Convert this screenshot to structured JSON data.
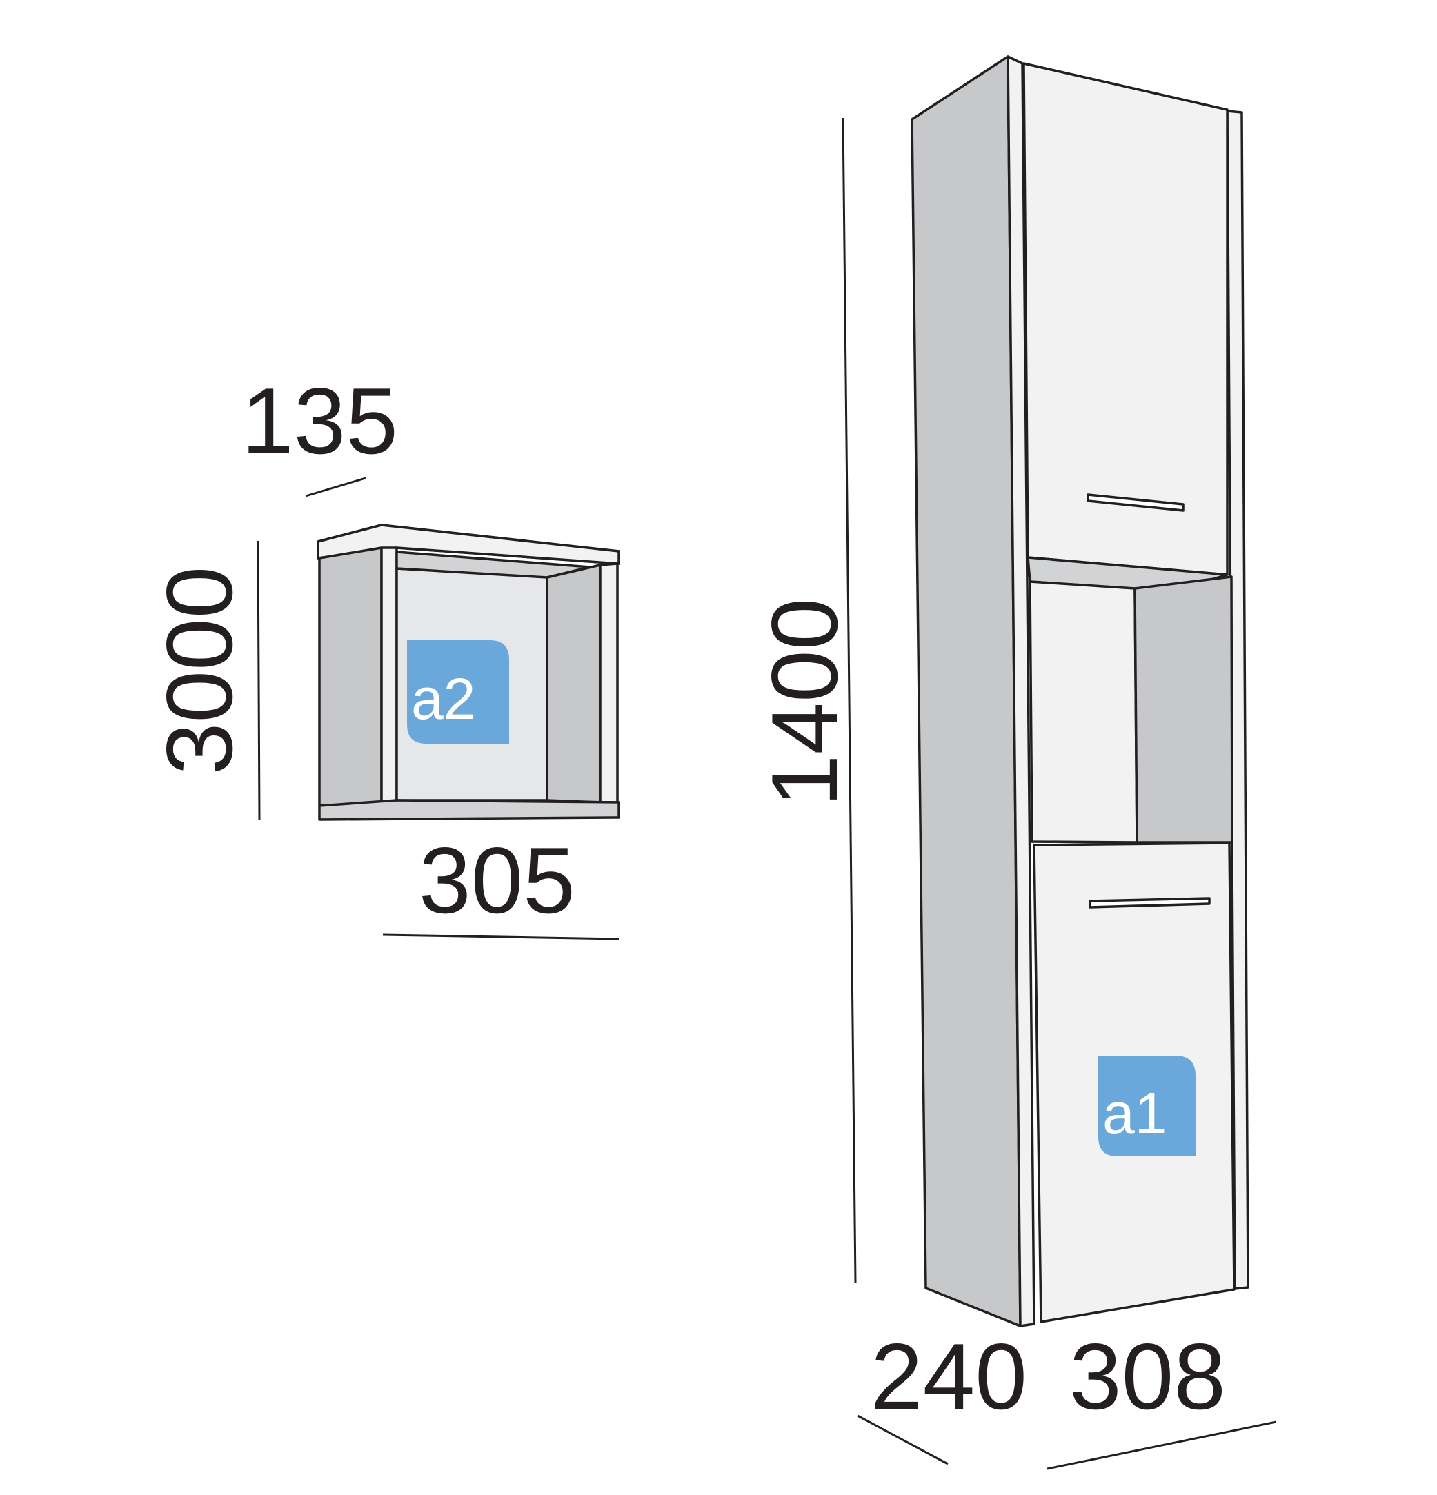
{
  "colors": {
    "outline": "#231f20",
    "side_panel": "#c7c8ca",
    "interior": "#e6e7e8",
    "door_face": "#f2f2f2",
    "shelf_top": "#d1d3d4",
    "label_badge": "#6aa8db",
    "label_text": "#ffffff"
  },
  "wall_cube": {
    "label": "a2",
    "depth": "135",
    "height": "3000",
    "width": "305"
  },
  "tall_column": {
    "label": "a1",
    "height": "1400",
    "depth": "240",
    "width": "308"
  }
}
